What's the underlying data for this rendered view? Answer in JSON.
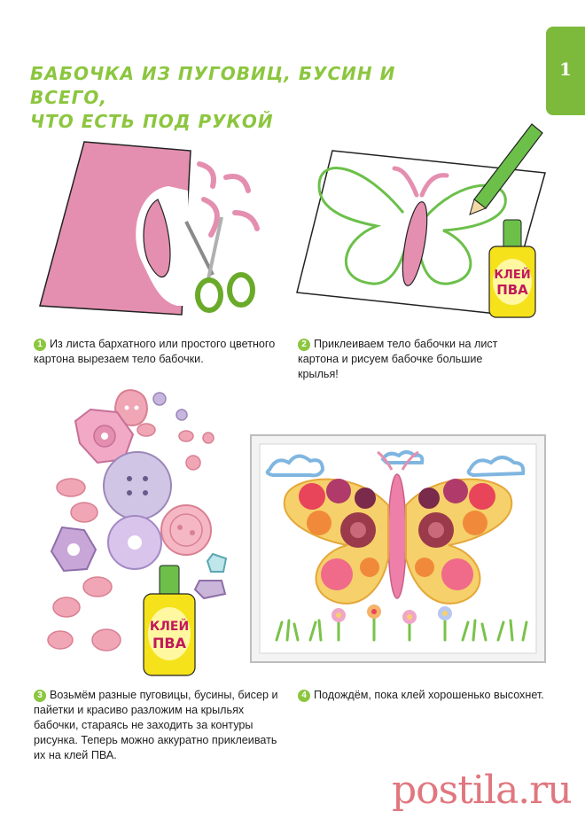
{
  "title": {
    "line1": "БАБОЧКА ИЗ ПУГОВИЦ, БУСИН И ВСЕГО,",
    "line2": "ЧТО ЕСТЬ ПОД РУКОЙ"
  },
  "page_number": "1",
  "steps": [
    {
      "num": "1",
      "text": "Из листа бархатного или простого цветного картона вырезаем тело бабочки."
    },
    {
      "num": "2",
      "text": "Приклеиваем тело бабочки на лист картона и рисуем бабочке большие крылья!"
    },
    {
      "num": "3",
      "text": "Возьмём разные пуговицы, бусины, бисер и пайетки и красиво разложим на крыльях бабочки, стараясь не заходить за контуры рисунка. Теперь можно аккуратно приклеивать их на клей ПВА."
    },
    {
      "num": "4",
      "text": "Подождём, пока клей хорошенько высохнет."
    }
  ],
  "glue_label": {
    "line1": "КЛЕЙ",
    "line2": "ПВА"
  },
  "watermark": "postila.ru",
  "colors": {
    "accent": "#8cc63f",
    "pink": "#e48fb0",
    "glue_yellow": "#f5e21a",
    "watermark": "#d64a55"
  }
}
